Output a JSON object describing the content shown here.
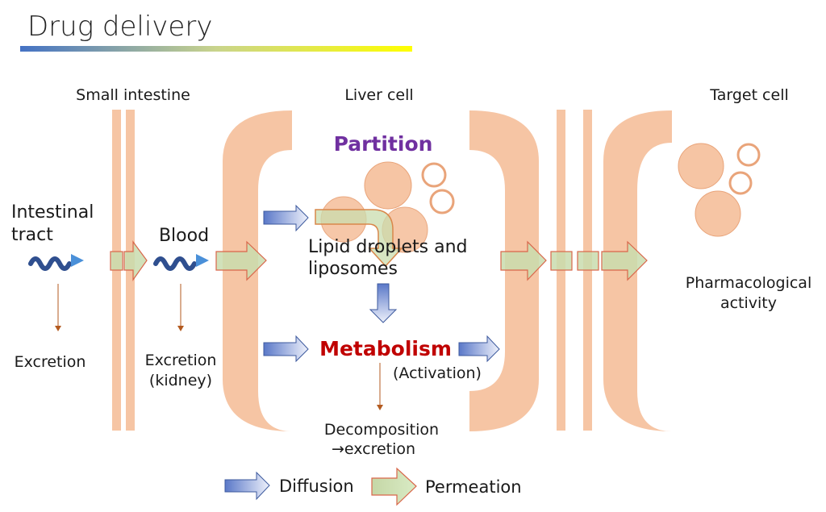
{
  "title": "Drug delivery",
  "colors": {
    "membrane": "#f6c5a4",
    "droplet_stroke": "#e9a47a",
    "diffusion_arrow_start": "#4f6fc4",
    "diffusion_arrow_end": "#e7ecfa",
    "diffusion_arrow_stroke": "#3d5a9e",
    "permeation_fill": "#c9dcae",
    "permeation_stroke": "#d9664a",
    "partition_text": "#7030a0",
    "metabolism_text": "#c00000",
    "wave": "#2f4f8f",
    "wave_tip": "#4a90d9",
    "excretion_arrow": "#b35a1f",
    "title_bar_start": "#4472c4",
    "title_bar_end": "#ffff00"
  },
  "sections": {
    "small_intestine": "Small intestine",
    "liver_cell": "Liver cell",
    "target_cell": "Target cell"
  },
  "labels": {
    "intestinal_tract_line1": "Intestinal",
    "intestinal_tract_line2": "tract",
    "blood": "Blood",
    "excretion": "Excretion",
    "excretion_kidney_line1": "Excretion",
    "excretion_kidney_line2": "(kidney)",
    "partition": "Partition",
    "lipid_line1": "Lipid droplets and",
    "lipid_line2": "liposomes",
    "metabolism": "Metabolism",
    "activation": "(Activation)",
    "decomposition_line1": "Decomposition",
    "decomposition_line2": "→excretion",
    "pharmacological_line1": "Pharmacological",
    "pharmacological_line2": "activity"
  },
  "legend": [
    {
      "type": "diffusion",
      "label": "Diffusion"
    },
    {
      "type": "permeation",
      "label": "Permeation"
    }
  ]
}
